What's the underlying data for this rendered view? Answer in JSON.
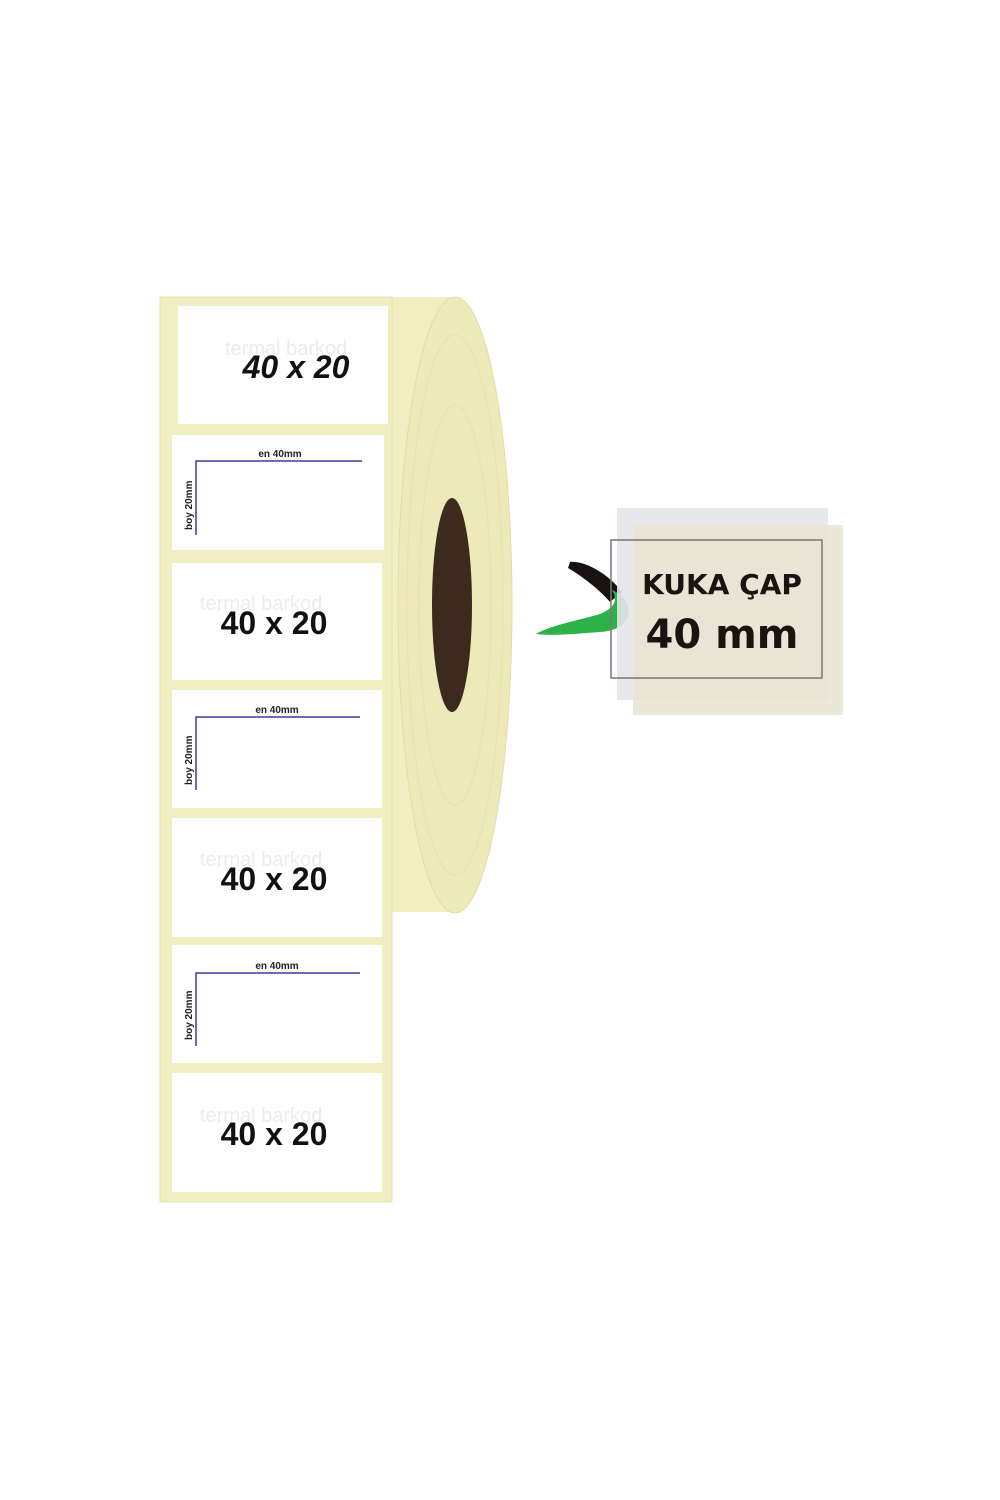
{
  "product": {
    "size_label": "40 x 20",
    "watermark": "termal barkod",
    "width_label": "en 40mm",
    "height_label": "boy 20mm"
  },
  "core_badge": {
    "title": "KUKA ÇAP",
    "value": "40 mm"
  },
  "colors": {
    "liner": "#f1eec2",
    "core": "#3c2a1e",
    "swoosh_green": "#2db24a",
    "dimension_line": "#3b3b9a"
  }
}
